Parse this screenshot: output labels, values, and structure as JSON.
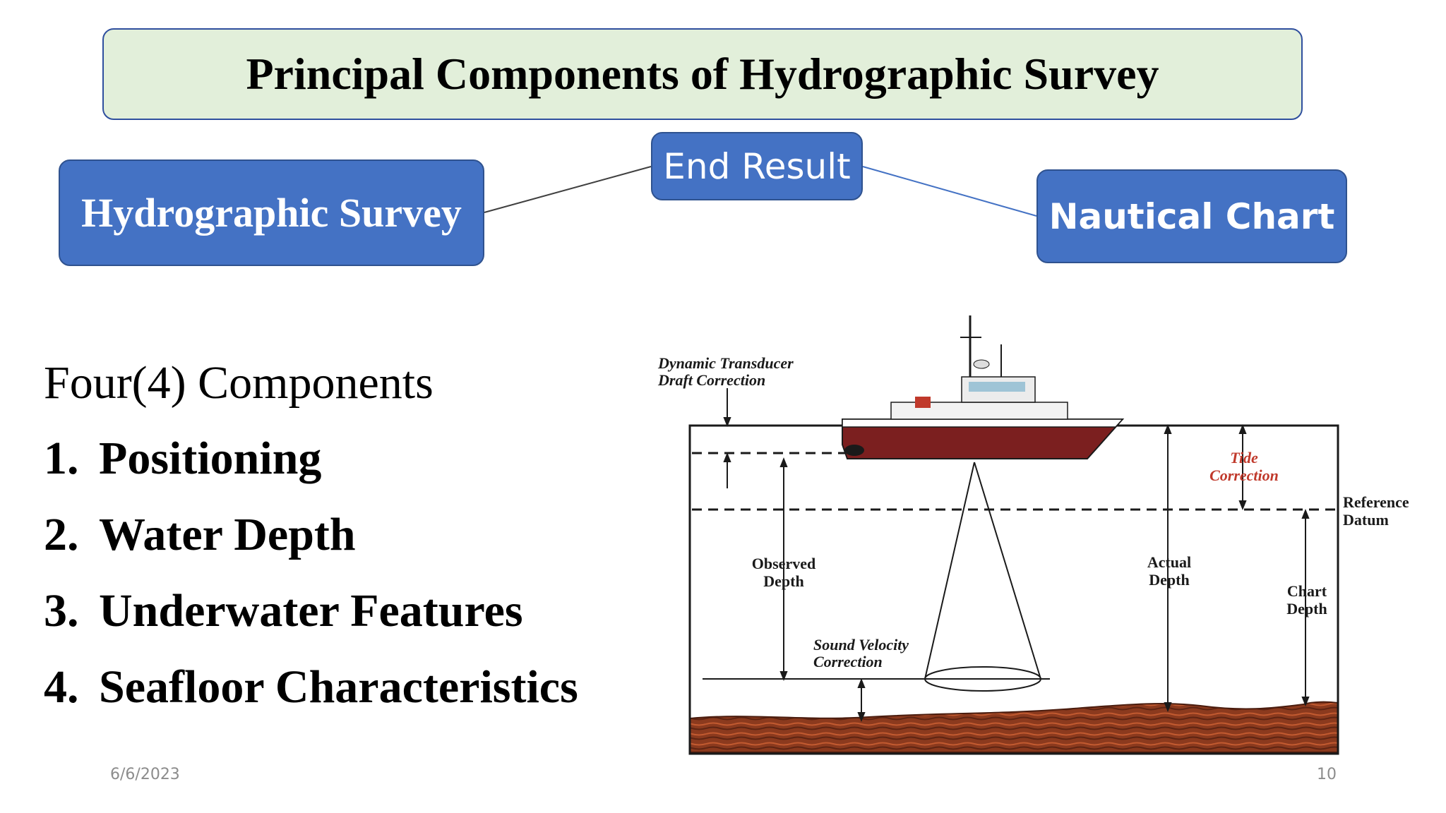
{
  "slide": {
    "title": "Principal Components of Hydrographic Survey",
    "date": "6/6/2023",
    "page_number": "10"
  },
  "flow": {
    "left_box": "Hydrographic Survey",
    "middle_box": "End Result",
    "right_box": "Nautical Chart"
  },
  "components": {
    "heading": "Four(4) Components",
    "items": [
      {
        "num": "1.",
        "label": "Positioning"
      },
      {
        "num": "2.",
        "label": "Water Depth"
      },
      {
        "num": "3.",
        "label": "Underwater Features"
      },
      {
        "num": "4.",
        "label": "Seafloor Characteristics"
      }
    ]
  },
  "diagram": {
    "transducer_line1": "Dynamic Transducer",
    "transducer_line2": "Draft Correction",
    "tide_line1": "Tide",
    "tide_line2": "Correction",
    "reference_line1": "Reference",
    "reference_line2": "Datum",
    "observed_line1": "Observed",
    "observed_line2": "Depth",
    "actual_line1": "Actual",
    "actual_line2": "Depth",
    "chart_line1": "Chart",
    "chart_line2": "Depth",
    "velocity_line1": "Sound Velocity",
    "velocity_line2": "Correction",
    "colors": {
      "tide_label": "#c0392b",
      "hull": "#7b1f1f",
      "seafloor": "#8b3a1e",
      "box_fill": "#4472c4",
      "title_fill": "#e2efda"
    }
  }
}
